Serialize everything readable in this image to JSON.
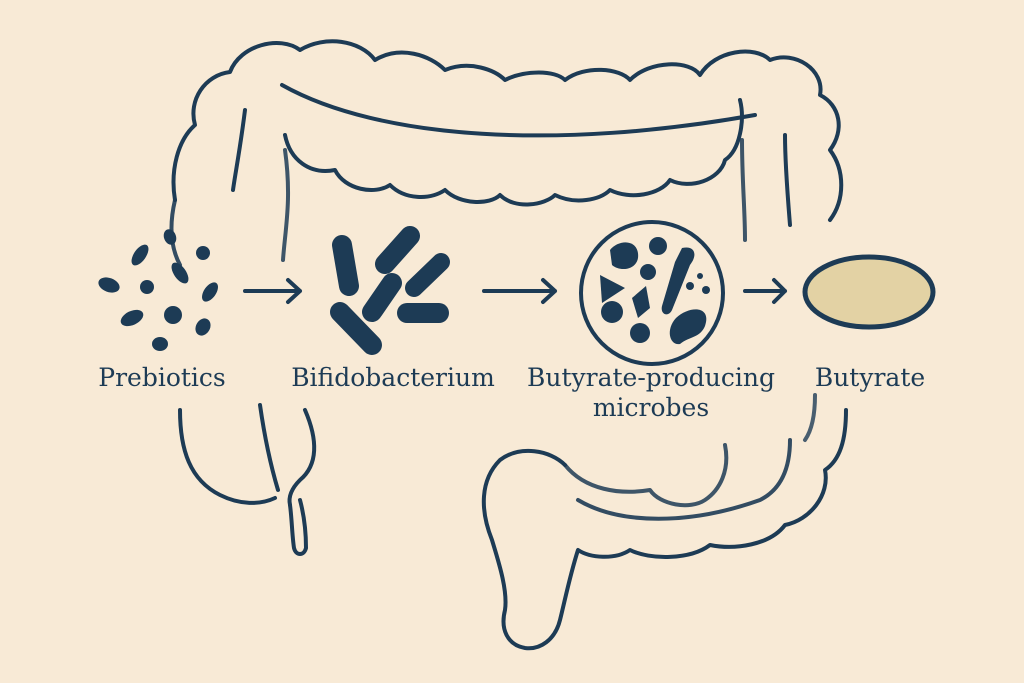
{
  "diagram": {
    "colors": {
      "background": "#f8ead6",
      "stroke": "#1d3b55",
      "butyrate_fill": "#e3d2a4"
    },
    "stages": [
      {
        "label": "Prebiotics",
        "icon": "prebiotic-particles-icon"
      },
      {
        "label": "Bifidobacterium",
        "icon": "rod-bacteria-icon"
      },
      {
        "label_line1": "Butyrate-producing",
        "label_line2": "microbes",
        "icon": "microbe-community-icon"
      },
      {
        "label": "Butyrate",
        "icon": "butyrate-oval-icon"
      }
    ],
    "arrows": [
      "arrow-right-icon",
      "arrow-right-icon",
      "arrow-right-icon"
    ],
    "background_illustration": "colon-outline"
  }
}
